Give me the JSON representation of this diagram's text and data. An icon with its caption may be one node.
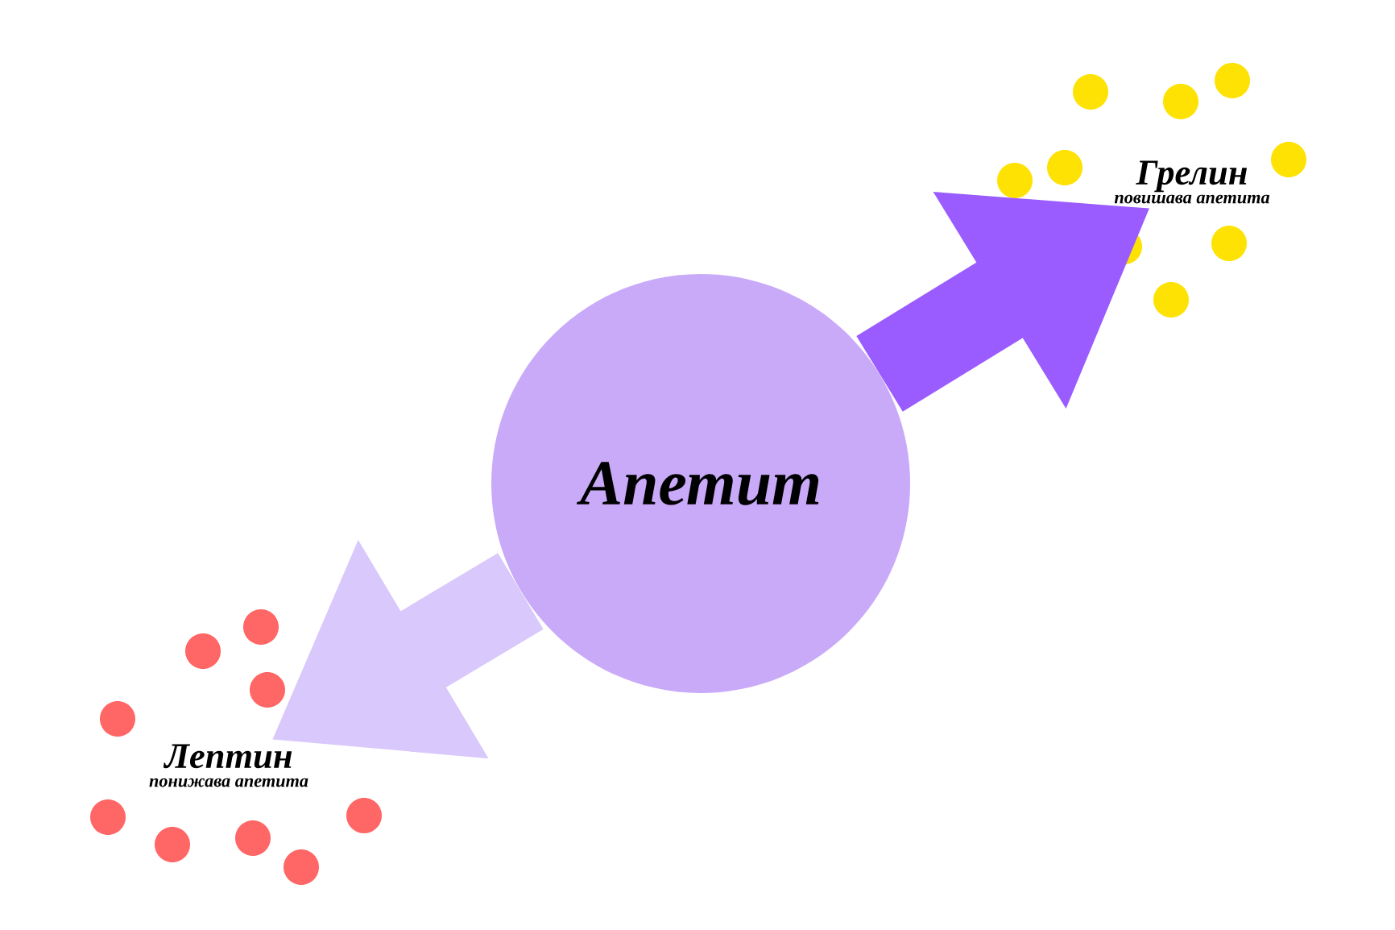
{
  "diagram": {
    "nodes": [
      {
        "text": [
          "Апетит"
        ]
      },
      {
        "text": [
          "Грелин",
          "повишава апетита"
        ]
      },
      {
        "text": [
          "Лептин",
          "понижава апетита"
        ]
      }
    ],
    "edges": [
      {
        "from": 0,
        "to": 1,
        "arrow": "to",
        "color": "#9a5cff"
      },
      {
        "from": 0,
        "to": 2,
        "arrow": "to",
        "color": "#d9c8fb"
      }
    ]
  }
}
